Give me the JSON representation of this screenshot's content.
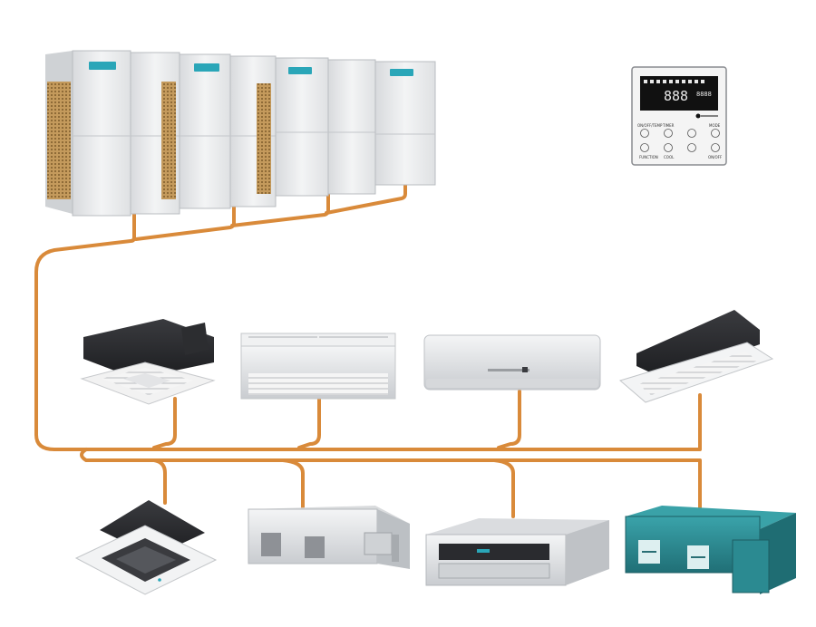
{
  "colors": {
    "pipe": "#d98a3a",
    "odu_body": "#e9eaec",
    "coil": "#c9a56a",
    "brand_blue": "#2aa6b8",
    "duct_teal": "#2f8f96",
    "lcd": "#111111"
  },
  "controller": {
    "display_digits": "888",
    "display_digits_small": "8888",
    "button_labels_top": [
      "ON/OFF/TEMP",
      "TIMER",
      "",
      "MODE"
    ],
    "button_labels_bottom": [
      "FUNCTION",
      "COOL",
      "",
      "ON/OFF"
    ]
  },
  "equipment": {
    "outdoor_units": [
      "outdoor-module-1",
      "outdoor-module-2",
      "outdoor-module-3",
      "outdoor-module-4"
    ],
    "indoor_row_1": [
      "compact-cassette",
      "ceiling-floor-unit",
      "wall-split",
      "one-way-cassette"
    ],
    "indoor_row_2": [
      "four-way-cassette",
      "high-static-duct",
      "slim-duct",
      "teal-duct-unit"
    ]
  }
}
